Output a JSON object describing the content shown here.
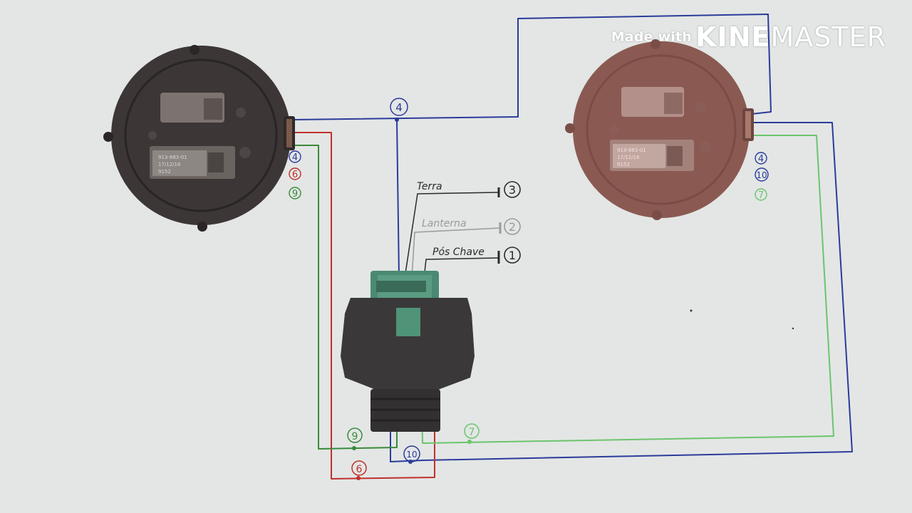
{
  "watermark": {
    "prefix": "Made with",
    "brand_bold": "KINE",
    "brand_light": "MASTER"
  },
  "colors": {
    "background": "#e3e6e5",
    "wire_blue": "#2b3b9a",
    "wire_red": "#c0302c",
    "wire_green": "#3a8a3a",
    "wire_light_green": "#6cc46c",
    "wire_black": "#2a2a2a",
    "wire_gray": "#9a9a9a",
    "motor_left": "#3c3636",
    "motor_right": "#8a5a52",
    "switch_body": "#3a3838"
  },
  "components": {
    "left_motor": {
      "pins": [
        "4",
        "6",
        "9"
      ],
      "label_lines": [
        "913-883-01",
        "17/12/16",
        "9152"
      ]
    },
    "right_motor": {
      "pins": [
        "4",
        "10",
        "7"
      ],
      "label_lines": [
        "913-883-01",
        "17/12/16",
        "9152"
      ]
    },
    "switch": {
      "name": "switch"
    }
  },
  "terminals": [
    {
      "num": "3",
      "label": "Terra"
    },
    {
      "num": "2",
      "label": "Lanterna"
    },
    {
      "num": "1",
      "label": "Pós Chave"
    }
  ],
  "wire_markers": {
    "top": "4",
    "bottom_9": "9",
    "bottom_7": "7",
    "bottom_10": "10",
    "bottom_6": "6"
  }
}
